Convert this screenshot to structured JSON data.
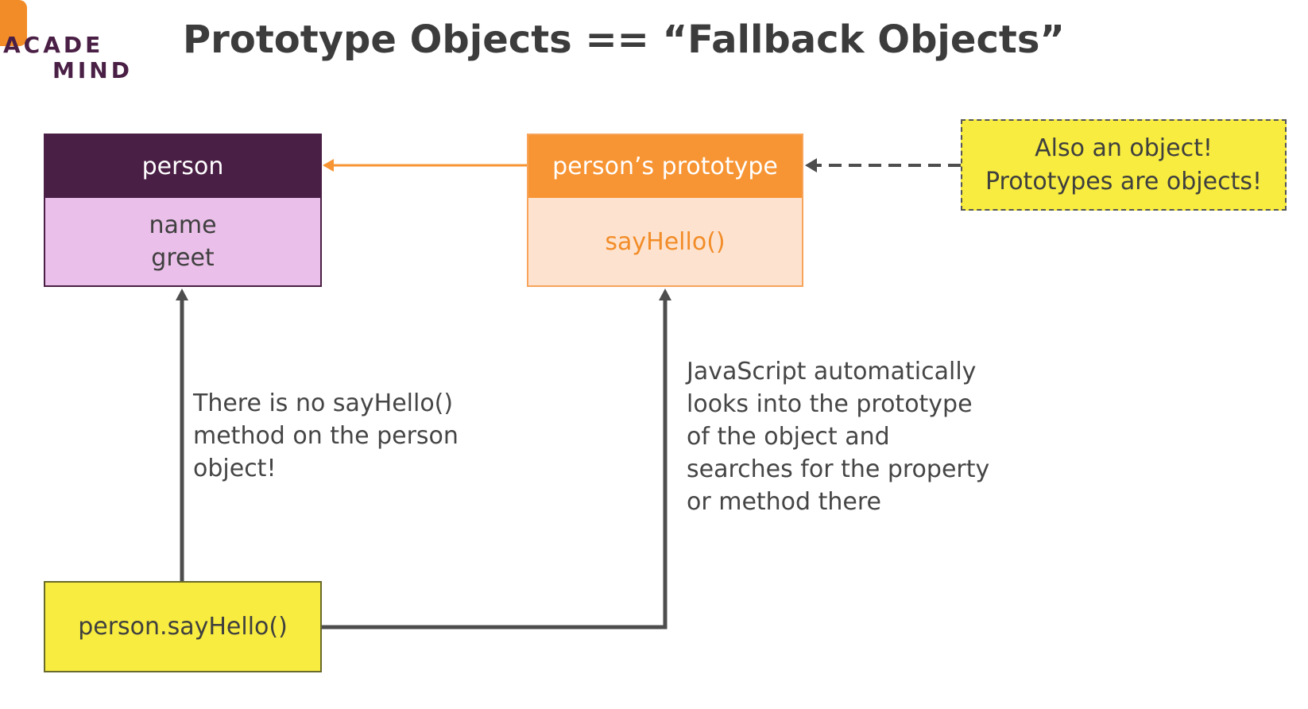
{
  "logo": {
    "line1": "ACADE",
    "line2": "MIND"
  },
  "title": "Prototype Objects == “Fallback Objects”",
  "person_object": {
    "header": "person",
    "properties": [
      "name",
      "greet"
    ]
  },
  "prototype_object": {
    "header": "person’s prototype",
    "properties": [
      "sayHello()"
    ]
  },
  "note": {
    "lines": [
      "Also an object!",
      "Prototypes are objects!"
    ]
  },
  "method_call": "person.sayHello()",
  "annotation_left": {
    "lines": [
      "There is no sayHello()",
      "method on the person",
      "object!"
    ]
  },
  "annotation_right": {
    "lines": [
      "JavaScript automatically",
      "looks into the prototype",
      "of the object and",
      "searches for the property",
      "or method there"
    ]
  },
  "colors": {
    "person_header": "#4a1f45",
    "person_body": "#eabfe9",
    "prototype_header": "#f79433",
    "prototype_body": "#fde3cf",
    "highlight_yellow": "#f7ec3f",
    "arrow_gray": "#4d4d4d",
    "arrow_orange": "#f79433"
  }
}
